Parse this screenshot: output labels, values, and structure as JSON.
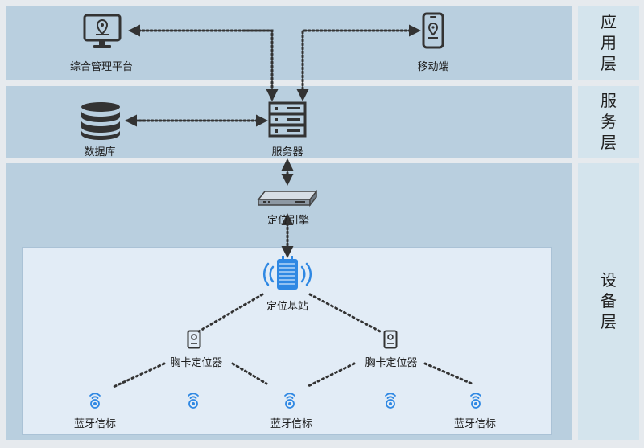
{
  "layers": {
    "application": {
      "label_chars": [
        "应",
        "用",
        "层"
      ]
    },
    "service": {
      "label_chars": [
        "服",
        "务",
        "层"
      ]
    },
    "device": {
      "label_chars": [
        "设",
        "备",
        "层"
      ]
    }
  },
  "nodes": {
    "platform": {
      "label": "综合管理平台",
      "icon": "monitor-location-icon"
    },
    "mobile": {
      "label": "移动端",
      "icon": "phone-location-icon"
    },
    "database": {
      "label": "数据库",
      "icon": "database-icon"
    },
    "server": {
      "label": "服务器",
      "icon": "server-rack-icon"
    },
    "engine": {
      "label": "定位引擎",
      "icon": "rack-appliance-icon"
    },
    "base_station": {
      "label": "定位基站",
      "icon": "wireless-base-station-icon"
    },
    "badge_left": {
      "label": "胸卡定位器",
      "icon": "badge-tag-icon"
    },
    "badge_right": {
      "label": "胸卡定位器",
      "icon": "badge-tag-icon"
    },
    "beacons": [
      {
        "label": "蓝牙信标",
        "icon": "bluetooth-beacon-icon"
      },
      {
        "label": "",
        "icon": "bluetooth-beacon-icon"
      },
      {
        "label": "蓝牙信标",
        "icon": "bluetooth-beacon-icon"
      },
      {
        "label": "",
        "icon": "bluetooth-beacon-icon"
      },
      {
        "label": "蓝牙信标",
        "icon": "bluetooth-beacon-icon"
      }
    ]
  },
  "colors": {
    "band": "#b9cfdf",
    "side_label_bg": "#d4e4ed",
    "inner_panel": "#e2ecf6",
    "icon_dark": "#333333",
    "accent_blue": "#2f88e3"
  }
}
